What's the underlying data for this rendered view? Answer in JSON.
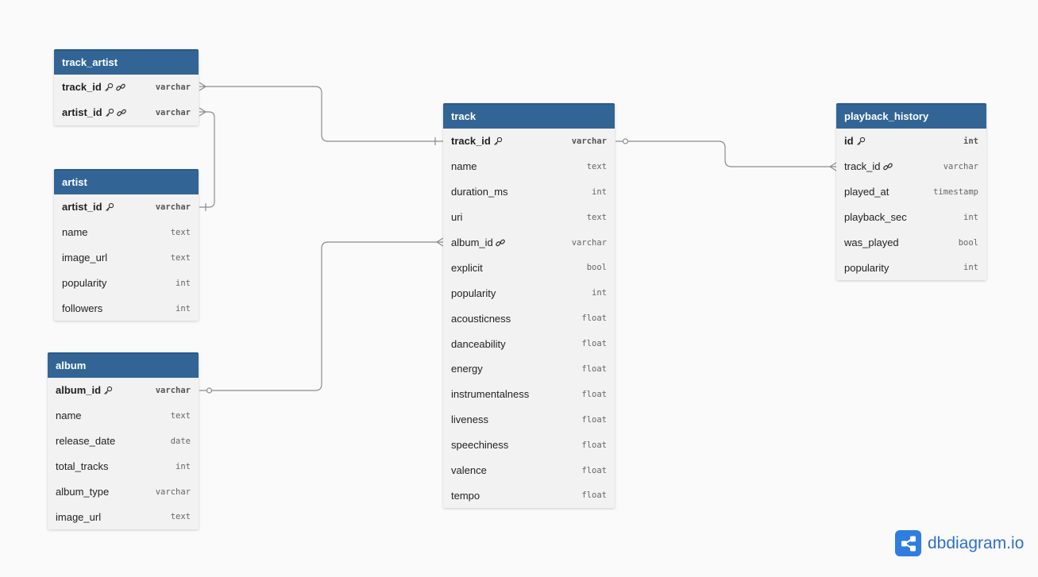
{
  "tables": {
    "track_artist": {
      "title": "track_artist",
      "fields": [
        {
          "name": "track_id",
          "type": "varchar",
          "icons": [
            "key",
            "link"
          ],
          "pk": true
        },
        {
          "name": "artist_id",
          "type": "varchar",
          "icons": [
            "key",
            "link"
          ],
          "pk": true
        }
      ]
    },
    "artist": {
      "title": "artist",
      "fields": [
        {
          "name": "artist_id",
          "type": "varchar",
          "icons": [
            "key"
          ],
          "pk": true
        },
        {
          "name": "name",
          "type": "text"
        },
        {
          "name": "image_url",
          "type": "text"
        },
        {
          "name": "popularity",
          "type": "int"
        },
        {
          "name": "followers",
          "type": "int"
        }
      ]
    },
    "album": {
      "title": "album",
      "fields": [
        {
          "name": "album_id",
          "type": "varchar",
          "icons": [
            "key"
          ],
          "pk": true
        },
        {
          "name": "name",
          "type": "text"
        },
        {
          "name": "release_date",
          "type": "date"
        },
        {
          "name": "total_tracks",
          "type": "int"
        },
        {
          "name": "album_type",
          "type": "varchar"
        },
        {
          "name": "image_url",
          "type": "text"
        }
      ]
    },
    "track": {
      "title": "track",
      "fields": [
        {
          "name": "track_id",
          "type": "varchar",
          "icons": [
            "key"
          ],
          "pk": true
        },
        {
          "name": "name",
          "type": "text"
        },
        {
          "name": "duration_ms",
          "type": "int"
        },
        {
          "name": "uri",
          "type": "text"
        },
        {
          "name": "album_id",
          "type": "varchar",
          "icons": [
            "link"
          ]
        },
        {
          "name": "explicit",
          "type": "bool"
        },
        {
          "name": "popularity",
          "type": "int"
        },
        {
          "name": "acousticness",
          "type": "float"
        },
        {
          "name": "danceability",
          "type": "float"
        },
        {
          "name": "energy",
          "type": "float"
        },
        {
          "name": "instrumentalness",
          "type": "float"
        },
        {
          "name": "liveness",
          "type": "float"
        },
        {
          "name": "speechiness",
          "type": "float"
        },
        {
          "name": "valence",
          "type": "float"
        },
        {
          "name": "tempo",
          "type": "float"
        }
      ]
    },
    "playback_history": {
      "title": "playback_history",
      "fields": [
        {
          "name": "id",
          "type": "int",
          "icons": [
            "key"
          ],
          "pk": true
        },
        {
          "name": "track_id",
          "type": "varchar",
          "icons": [
            "link"
          ]
        },
        {
          "name": "played_at",
          "type": "timestamp"
        },
        {
          "name": "playback_sec",
          "type": "int"
        },
        {
          "name": "was_played",
          "type": "bool"
        },
        {
          "name": "popularity",
          "type": "int"
        }
      ]
    }
  },
  "relationships": [
    {
      "from": "track_artist.track_id",
      "to": "track.track_id",
      "cardinality": "many-to-one"
    },
    {
      "from": "track_artist.artist_id",
      "to": "artist.artist_id",
      "cardinality": "many-to-one"
    },
    {
      "from": "track.album_id",
      "to": "album.album_id",
      "cardinality": "many-to-zero-or-one"
    },
    {
      "from": "playback_history.track_id",
      "to": "track.track_id",
      "cardinality": "many-to-zero-or-one"
    }
  ],
  "colors": {
    "header": "#326596",
    "body": "#f2f2f2",
    "edge": "#8c8c8c",
    "brand": "#2f7de1"
  },
  "brand": {
    "name": "dbdiagram.io",
    "icon": "share-nodes-icon"
  }
}
